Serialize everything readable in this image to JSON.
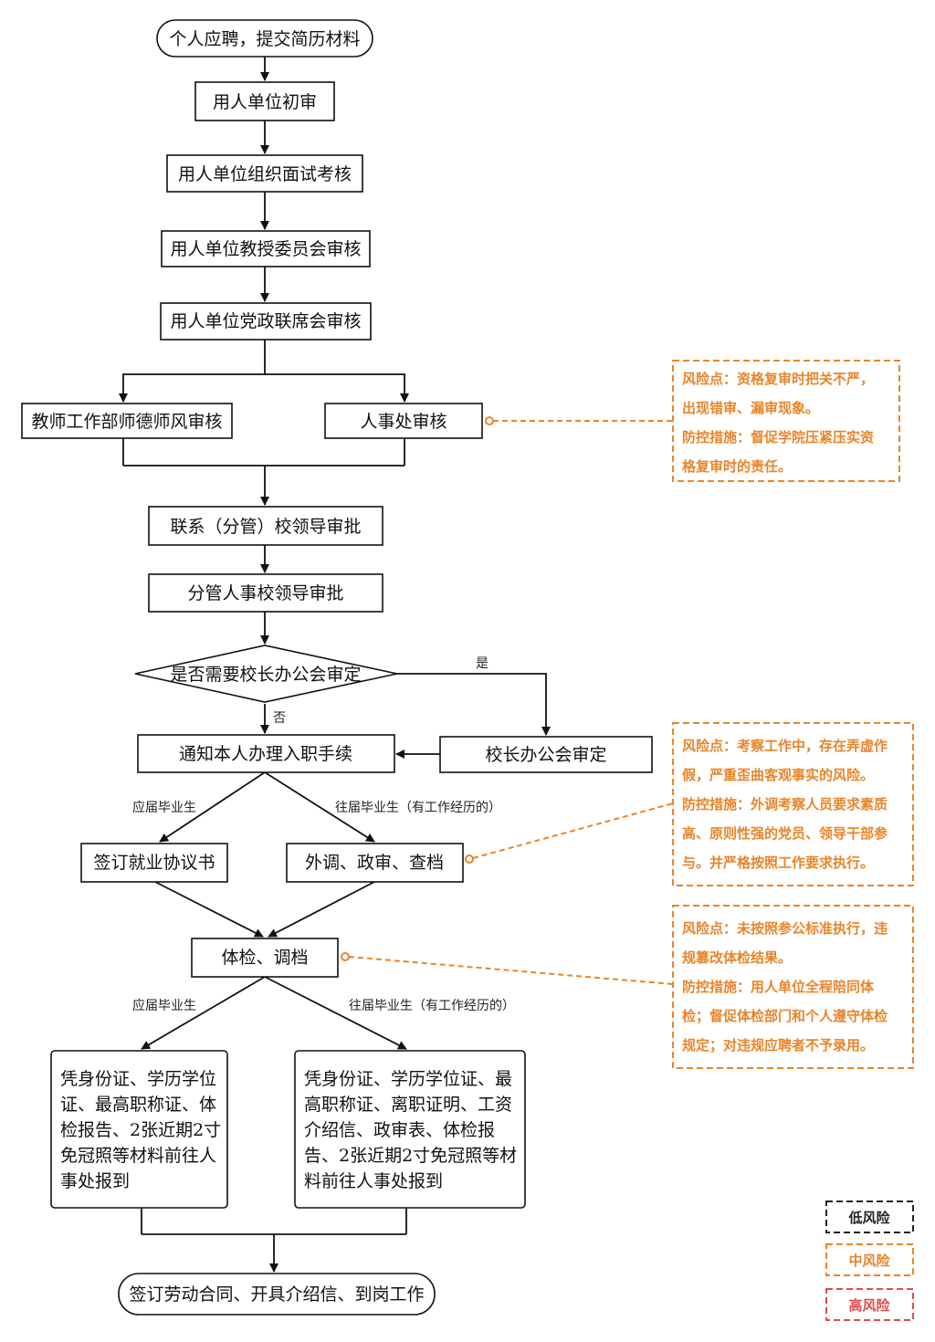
{
  "nodes": {
    "start": "个人应聘，提交简历材料",
    "initial_review": "用人单位初审",
    "interview": "用人单位组织面试考核",
    "professor_committee": "用人单位教授委员会审核",
    "party_joint_meeting": "用人单位党政联席会审核",
    "teacher_ethics": "教师工作部师德师风审核",
    "hr_review": "人事处审核",
    "contact_leader": "联系（分管）校领导审批",
    "hr_leader": "分管人事校领导审批",
    "decision": "是否需要校长办公会审定",
    "president_meeting": "校长办公会审定",
    "notify": "通知本人办理入职手续",
    "sign_agreement": "签订就业协议书",
    "transfer_check": "外调、政审、查档",
    "physical_exam": "体检、调档",
    "fresh_grad_docs": [
      "凭身份证、学历学位",
      "证、最高职称证、体",
      "检报告、2张近期2寸",
      "免冠照等材料前往人",
      "事处报到"
    ],
    "experienced_docs": [
      "凭身份证、学历学位证、最",
      "高职称证、离职证明、工资",
      "介绍信、政审表、体检报",
      "告、2张近期2寸免冠照等材",
      "料前往人事处报到"
    ],
    "end": "签订劳动合同、开具介绍信、到岗工作"
  },
  "edge_labels": {
    "yes": "是",
    "no": "否",
    "fresh_grad_1": "应届毕业生",
    "experienced_1": "往届毕业生（有工作经历的）",
    "fresh_grad_2": "应届毕业生",
    "experienced_2": "往届毕业生（有工作经历的）"
  },
  "risk_notes": {
    "hr_review": [
      "风险点：资格复审时把关不严，",
      "出现错审、漏审现象。",
      "防控措施：督促学院压紧压实资",
      "格复审时的责任。"
    ],
    "transfer_check": [
      "风险点：考察工作中，存在弄虚作",
      "假，严重歪曲客观事实的风险。",
      "防控措施：外调考察人员要求素质",
      "高、原则性强的党员、领导干部参",
      "与。并严格按照工作要求执行。"
    ],
    "physical_exam": [
      "风险点：未按照参公标准执行，违",
      "规篡改体检结果。",
      "防控措施：用人单位全程陪同体",
      "检；督促体检部门和个人遵守体检",
      "规定；对违规应聘者不予录用。"
    ]
  },
  "legend": {
    "low": "低风险",
    "medium": "中风险",
    "high": "高风险"
  },
  "colors": {
    "low": "#222222",
    "medium": "#e8852a",
    "high": "#e04a4a"
  }
}
